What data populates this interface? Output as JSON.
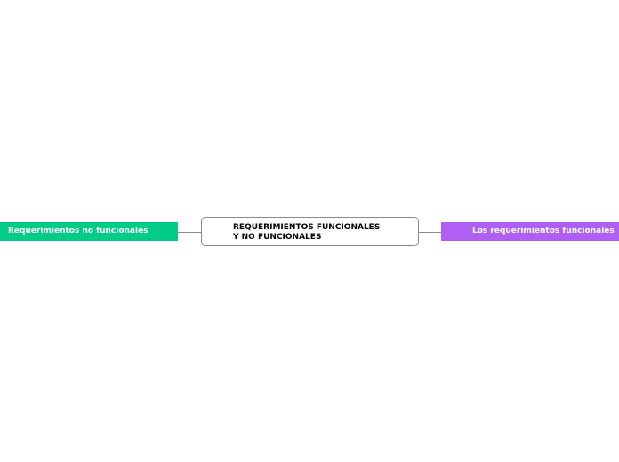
{
  "central_topic": {
    "line1": "REQUERIMIENTOS FUNCIONALES",
    "line2": "Y NO FUNCIONALES"
  },
  "branches": [
    {
      "label": "Requerimientos no funcionales",
      "color": "#00cc88",
      "side": "left"
    },
    {
      "label": "Los requerimientos funcionales",
      "color": "#b05ff5",
      "side": "right"
    }
  ],
  "colors": {
    "connector": "#8a8a8a",
    "central_border": "#8a8a8a"
  }
}
